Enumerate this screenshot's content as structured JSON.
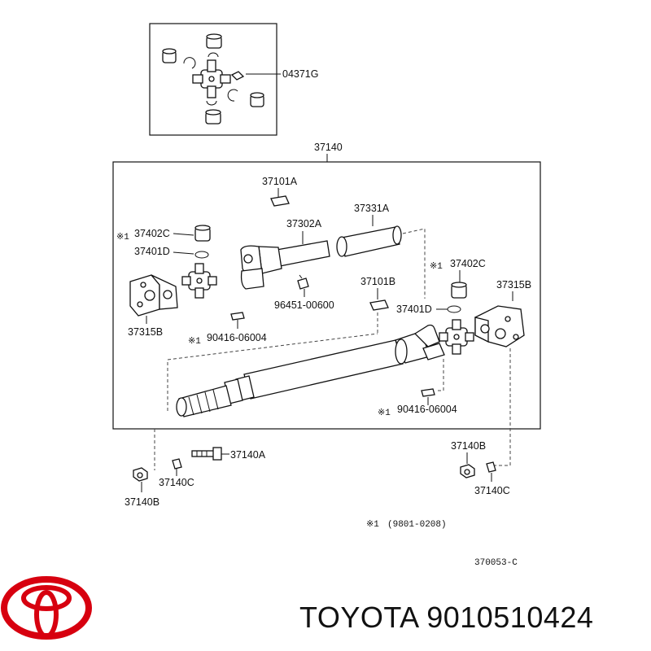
{
  "labels": {
    "p04371G": "04371G",
    "p37140": "37140",
    "p37101A": "37101A",
    "p37331A": "37331A",
    "p37302A": "37302A",
    "p37402C_left": "37402C",
    "p37401D_left": "37401D",
    "p37315B_left": "37315B",
    "p96451": "96451-00600",
    "p37101B": "37101B",
    "p37402C_right": "37402C",
    "p37315B_right": "37315B",
    "p37401D_right": "37401D",
    "p90416_left": "90416-06004",
    "p90416_right": "90416-06004",
    "p37140A": "37140A",
    "p37140C_left": "37140C",
    "p37140B_left": "37140B",
    "p37140B_right": "37140B",
    "p37140C_right": "37140C",
    "note_mark": "※1",
    "footnote": "(9801-0208)",
    "diagram_code": "370053-C"
  },
  "brand": {
    "caption": "TOYOTA 9010510424",
    "logo_color": "#d7000f"
  }
}
